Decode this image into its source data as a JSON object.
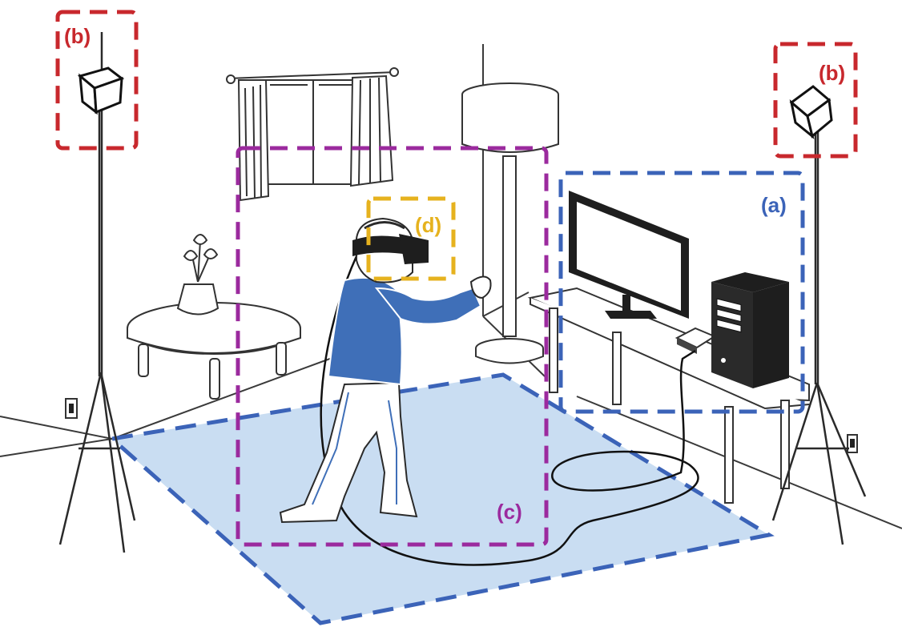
{
  "labels": {
    "a": "(a)",
    "b_left": "(b)",
    "b_right": "(b)",
    "c": "(c)",
    "d": "(d)"
  },
  "colors": {
    "a": "#3b63b8",
    "b": "#c8282d",
    "c": "#9b2a9e",
    "d": "#e6b21e",
    "play_area_fill": "#c9ddf2",
    "shirt": "#3f6fb8",
    "line": "#2a2a2a",
    "pc": "#1e1e1e"
  },
  "icons": {
    "base_station": "cube-sensor-icon",
    "headset": "vr-headset-icon",
    "monitor": "monitor-icon",
    "tower": "pc-tower-icon",
    "lamp": "floor-lamp-icon",
    "plant": "potted-plant-icon"
  }
}
